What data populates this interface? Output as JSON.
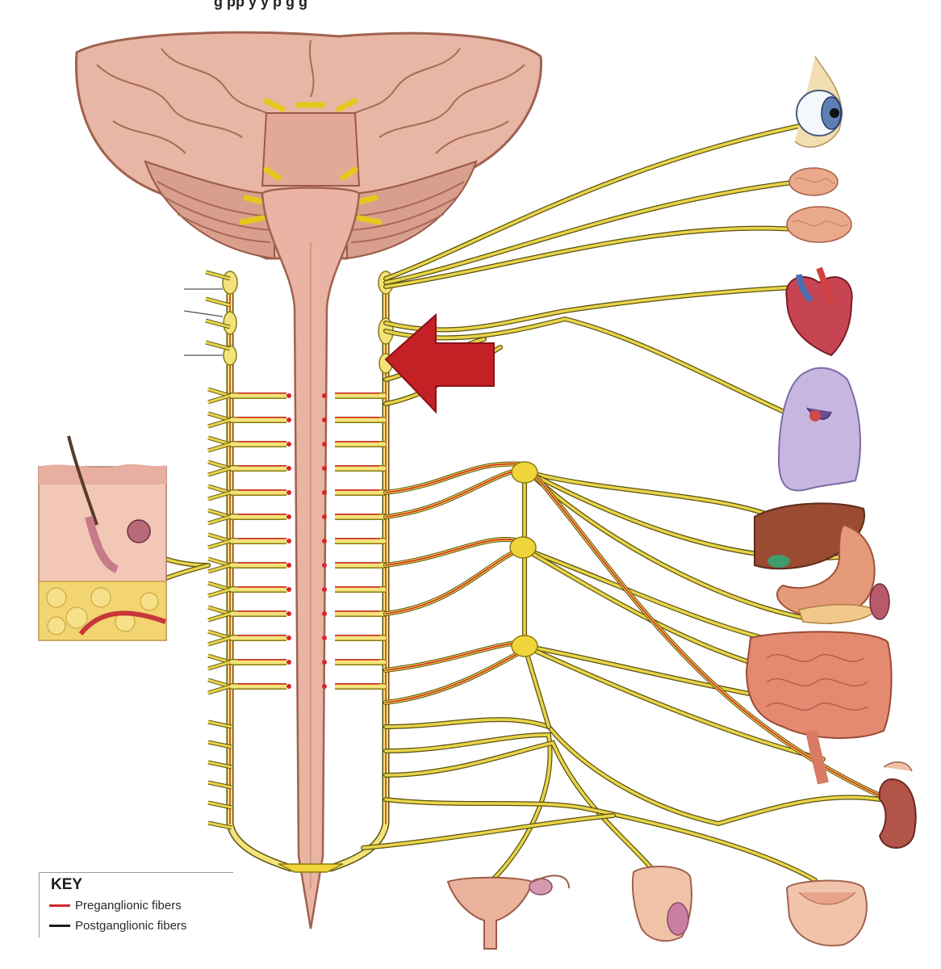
{
  "title_partial": "g   pp   y   y p   g g",
  "key": {
    "title": "KEY",
    "items": [
      {
        "label": "Preganglionic fibers",
        "color": "#d8262b"
      },
      {
        "label": "Postganglionic fibers",
        "color": "#1e1e1e"
      }
    ]
  },
  "colors": {
    "nerve_yellow": "#e8d44a",
    "nerve_outline": "#5a5210",
    "chain_yellow": "#f3e37a",
    "pregang_red": "#d8262b",
    "cord": "#e9b4a4",
    "brain": "#e8b6a4",
    "arrow_red": "#c42127"
  }
}
